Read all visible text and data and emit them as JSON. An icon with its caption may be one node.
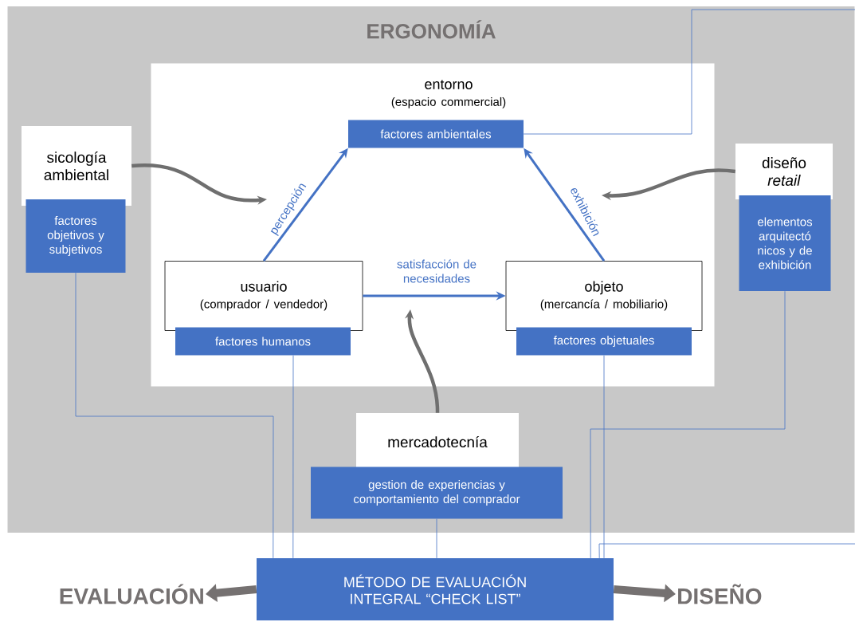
{
  "diagram": {
    "nodes": [
      {
        "text": [
          "ERGONOMÍA"
        ]
      },
      {
        "text": [],
        "shape": "box",
        "in": 0
      },
      {
        "text": [
          "entorno",
          "(espacio commercial)"
        ],
        "in": 1
      },
      {
        "text": [
          "factores ambientales"
        ],
        "in": 1
      },
      {
        "text": [
          "usuario",
          "(comprador / vendedor)"
        ],
        "in": 1
      },
      {
        "text": [
          "factores humanos"
        ],
        "in": 1
      },
      {
        "text": [
          "objeto",
          "(mercancía / mobiliario)"
        ],
        "in": 1
      },
      {
        "text": [
          "factores objetuales"
        ],
        "in": 1
      },
      {
        "text": [
          "sicología ambiental"
        ],
        "in": 0
      },
      {
        "text": [
          "factores objetivos y subjetivos"
        ],
        "in": 0
      },
      {
        "text": [
          "diseño *retail*"
        ],
        "in": 0
      },
      {
        "text": [
          "elementos arquitectó nicos y de exhibición"
        ],
        "in": 0
      },
      {
        "text": [
          "mercadotecnía"
        ],
        "in": 0
      },
      {
        "text": [
          "gestion de experiencias y comportamiento del comprador"
        ],
        "in": 0
      },
      {
        "text": [
          "MÉTODO DE EVALUACIÓN INTEGRAL “CHECK LIST”"
        ]
      },
      {
        "text": [
          "EVALUACIÓN"
        ]
      },
      {
        "text": [
          "DISEÑO"
        ]
      }
    ],
    "edges": [
      {
        "from": 4,
        "to": 3,
        "arrow": "to",
        "label": "percepción"
      },
      {
        "from": 6,
        "to": 3,
        "arrow": "to",
        "label": "exhibición"
      },
      {
        "from": 4,
        "to": 6,
        "arrow": "to",
        "label": "satisfacción de necesidades"
      },
      {
        "from": 8,
        "to": null,
        "arrow": "to",
        "color": "#6f6f6f"
      },
      {
        "from": 10,
        "to": null,
        "arrow": "to",
        "color": "#6f6f6f"
      },
      {
        "from": 12,
        "to": null,
        "arrow": "to",
        "color": "#6f6f6f"
      },
      {
        "from": 14,
        "to": 15,
        "arrow": "to",
        "style": "thick",
        "color": "#757171"
      },
      {
        "from": 14,
        "to": 16,
        "arrow": "to",
        "style": "thick",
        "color": "#757171"
      },
      {
        "from": 9,
        "to": 14,
        "arrow": "none"
      },
      {
        "from": 5,
        "to": 14,
        "arrow": "none"
      },
      {
        "from": 13,
        "to": 14,
        "arrow": "none"
      },
      {
        "from": 7,
        "to": 14,
        "arrow": "none"
      },
      {
        "from": 11,
        "to": 14,
        "arrow": "none"
      },
      {
        "from": 3,
        "to": 14,
        "arrow": "none"
      }
    ]
  }
}
